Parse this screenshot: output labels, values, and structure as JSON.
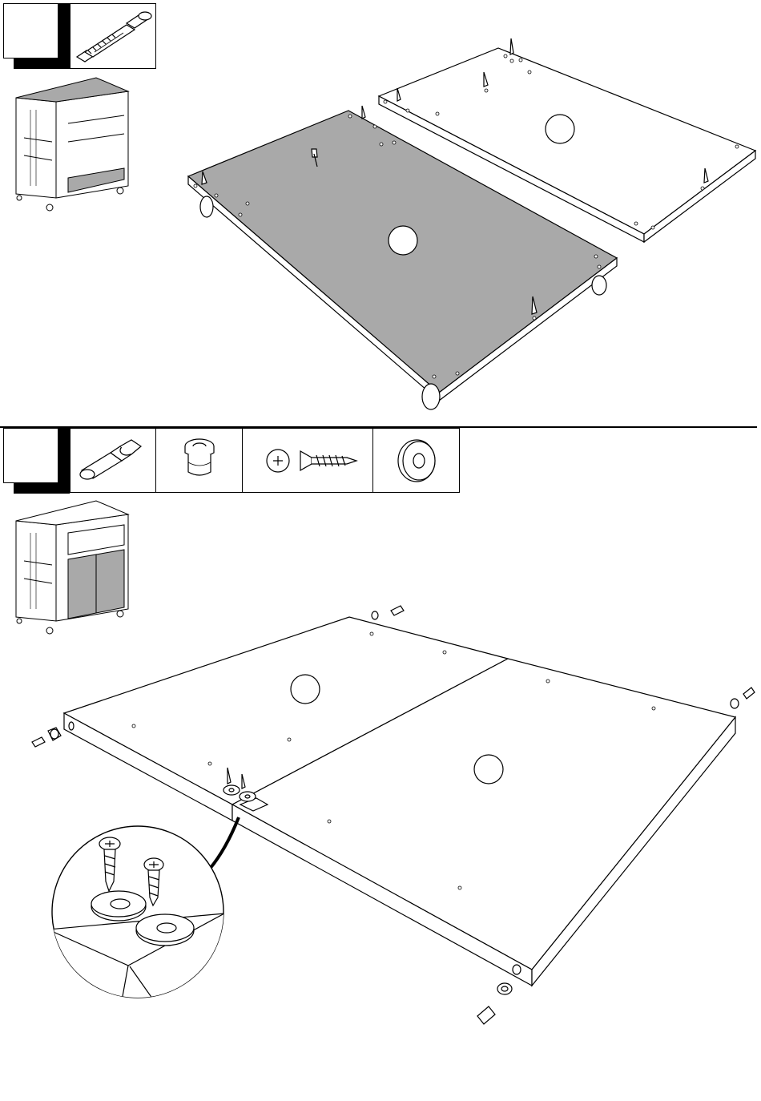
{
  "colors": {
    "line": "#000000",
    "panel_grey": "#a9a9a9",
    "paper": "#ffffff",
    "shadow": "#000000"
  },
  "step1": {
    "hardware_icons": [
      "cam-dowel-icon"
    ],
    "panels": [
      "grey-top-panel",
      "white-panel"
    ]
  },
  "step2": {
    "hardware_icons": [
      "wooden-dowel-icon",
      "cam-lock-icon",
      "countersunk-screw-icon",
      "washer-icon"
    ],
    "panels": [
      "door-panel-left",
      "door-panel-right"
    ]
  }
}
